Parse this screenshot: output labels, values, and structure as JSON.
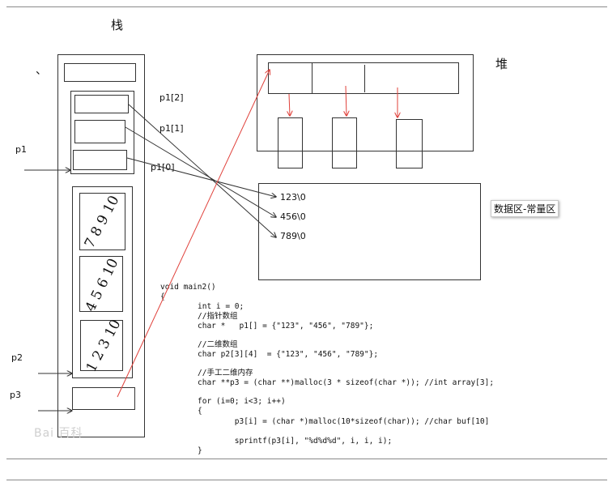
{
  "stack_title": "栈",
  "heap_title": "堆",
  "data_region_label": "数据区-常量区",
  "pointer_labels": {
    "p1_2": "p1[2]",
    "p1_1": "p1[1]",
    "p1_0": "p1[0]",
    "p1": "p1",
    "p2": "p2",
    "p3": "p3"
  },
  "strings": [
    "123\\0",
    "456\\0",
    "789\\0"
  ],
  "scribbles": [
    "7 8 9 10",
    "4 5 6 10",
    "1 2 3 10"
  ],
  "stray_mark": "、",
  "watermark": "Bai 百科",
  "code": {
    "signature": "void main2()",
    "open_brace": "{",
    "lines": [
      "int i = 0;",
      "//指针数组",
      "char *   p1[] = {\"123\", \"456\", \"789\"};",
      "",
      "//二维数组",
      "char p2[3][4]  = {\"123\", \"456\", \"789\"};",
      "",
      "//手工二维内存",
      "char **p3 = (char **)malloc(3 * sizeof(char *)); //int array[3];",
      "",
      "for (i=0; i<3; i++)",
      "{",
      "        p3[i] = (char *)malloc(10*sizeof(char)); //char buf[10]",
      "",
      "        sprintf(p3[i], \"%d%d%d\", i, i, i);",
      "}"
    ]
  },
  "colors": {
    "arrow_red": "#e0403a",
    "line_dark": "#333333"
  }
}
